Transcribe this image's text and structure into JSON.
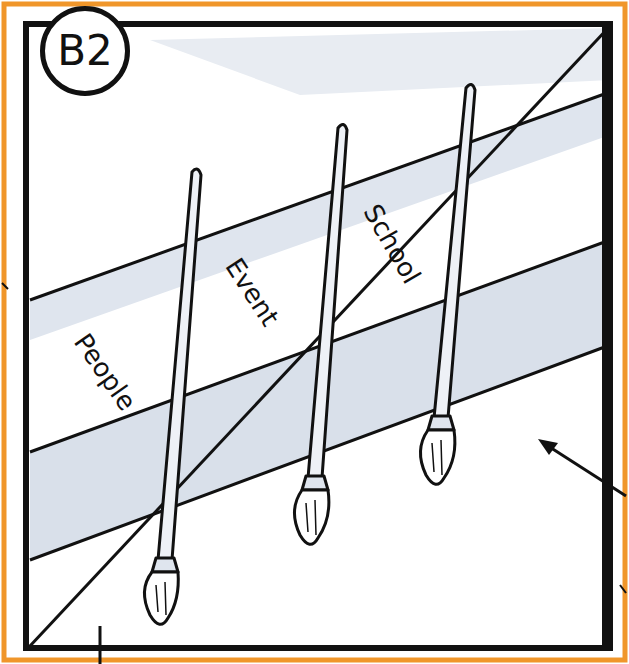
{
  "diagram": {
    "nodes": [
      {
        "text": [
          "B2"
        ]
      }
    ],
    "labels": [
      "People",
      "Event",
      "School"
    ]
  }
}
